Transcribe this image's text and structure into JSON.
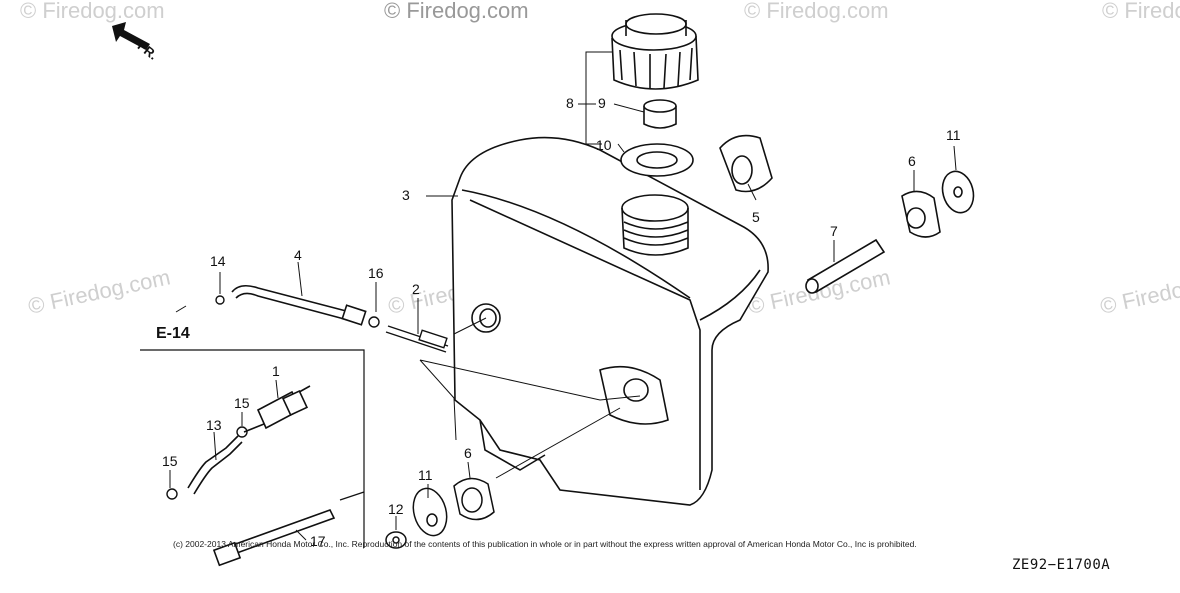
{
  "watermark": "© Firedog.com",
  "direction_label": "FR.",
  "reference_label": "E-14",
  "diagram_code": "ZE92−E1700A",
  "copyright": "(c) 2002-2013 American Honda Motor Co., Inc. Reproduction of the contents of this publication in whole or in part without the express written approval of American Honda Motor Co., Inc is prohibited.",
  "callouts": [
    "1",
    "2",
    "3",
    "4",
    "5",
    "6",
    "6",
    "7",
    "8",
    "9",
    "10",
    "11",
    "11",
    "12",
    "13",
    "14",
    "15",
    "15",
    "16",
    "17"
  ]
}
